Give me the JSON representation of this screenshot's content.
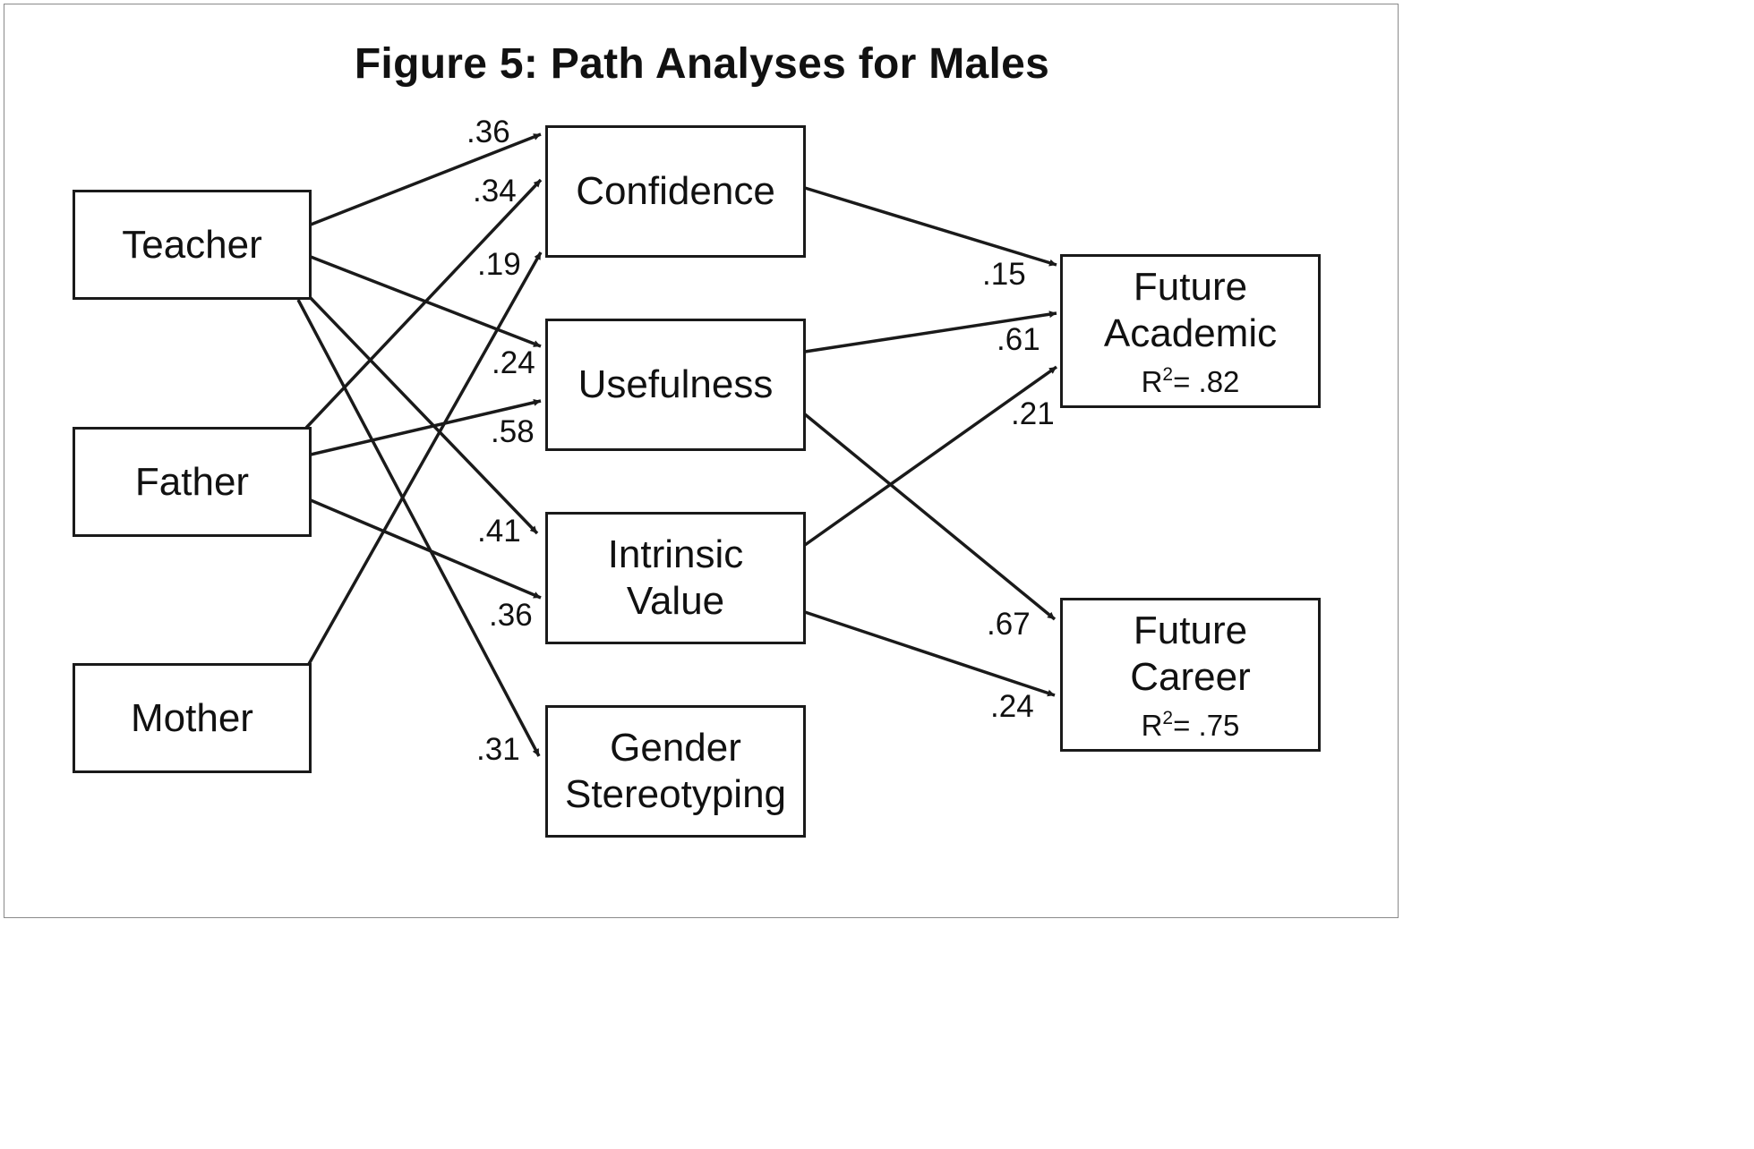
{
  "title": "Figure 5: Path Analyses for Males",
  "nodes": {
    "teacher": {
      "label": "Teacher"
    },
    "father": {
      "label": "Father"
    },
    "mother": {
      "label": "Mother"
    },
    "confidence": {
      "label": "Confidence"
    },
    "usefulness": {
      "label": "Usefulness"
    },
    "intrinsic": {
      "label": "Intrinsic\nValue"
    },
    "gender": {
      "label": "Gender\nStereotyping"
    },
    "future_academic": {
      "label": "Future\nAcademic",
      "r2_prefix": "R",
      "r2_sup": "2",
      "r2_value": "= .82"
    },
    "future_career": {
      "label": "Future\nCareer",
      "r2_prefix": "R",
      "r2_sup": "2",
      "r2_value": "= .75"
    }
  },
  "paths": [
    {
      "from": "Teacher",
      "to": "Confidence",
      "coef": ".36"
    },
    {
      "from": "Father",
      "to": "Confidence",
      "coef": ".34"
    },
    {
      "from": "Mother",
      "to": "Confidence",
      "coef": ".19"
    },
    {
      "from": "Teacher",
      "to": "Usefulness",
      "coef": ".24"
    },
    {
      "from": "Father",
      "to": "Usefulness",
      "coef": ".58"
    },
    {
      "from": "Teacher",
      "to": "Intrinsic Value",
      "coef": ".41"
    },
    {
      "from": "Father",
      "to": "Intrinsic Value",
      "coef": ".36"
    },
    {
      "from": "Teacher",
      "to": "Gender Stereotyping",
      "coef": ".31"
    },
    {
      "from": "Confidence",
      "to": "Future Academic",
      "coef": ".15"
    },
    {
      "from": "Usefulness",
      "to": "Future Academic",
      "coef": ".61"
    },
    {
      "from": "Intrinsic Value",
      "to": "Future Academic",
      "coef": ".21"
    },
    {
      "from": "Usefulness",
      "to": "Future Career",
      "coef": ".67"
    },
    {
      "from": "Intrinsic Value",
      "to": "Future Career",
      "coef": ".24"
    }
  ]
}
